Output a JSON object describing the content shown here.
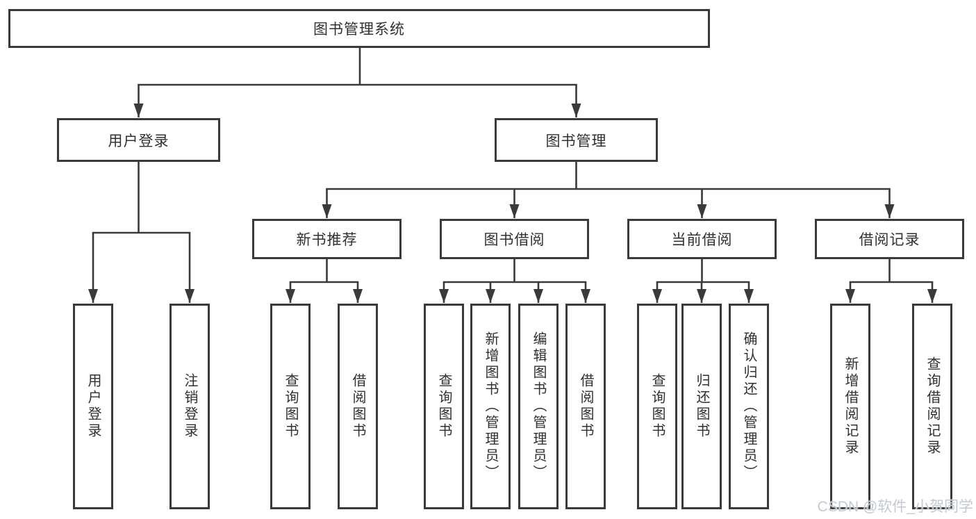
{
  "tree": {
    "label": "图书管理系统",
    "children": [
      {
        "label": "用户登录",
        "children": [
          {
            "label": "用户登录"
          },
          {
            "label": "注销登录"
          }
        ]
      },
      {
        "label": "图书管理",
        "children": [
          {
            "label": "新书推荐",
            "children": [
              {
                "label": "查询图书"
              },
              {
                "label": "借阅图书"
              }
            ]
          },
          {
            "label": "图书借阅",
            "children": [
              {
                "label": "查询图书"
              },
              {
                "label": "新增图书（管理员）"
              },
              {
                "label": "编辑图书（管理员）"
              },
              {
                "label": "借阅图书"
              }
            ]
          },
          {
            "label": "当前借阅",
            "children": [
              {
                "label": "查询图书"
              },
              {
                "label": "归还图书"
              },
              {
                "label": "确认归还（管理员）"
              }
            ]
          },
          {
            "label": "借阅记录",
            "children": [
              {
                "label": "新增借阅记录"
              },
              {
                "label": "查询借阅记录"
              }
            ]
          }
        ]
      }
    ]
  },
  "watermark": {
    "text": "CSDN @软件_小贺同学"
  },
  "colors": {
    "line": "#3a3a3a",
    "box_border": "#3a3a3a",
    "box_fill": "#ffffff",
    "text": "#303030",
    "watermark": "#c3c8d2"
  }
}
